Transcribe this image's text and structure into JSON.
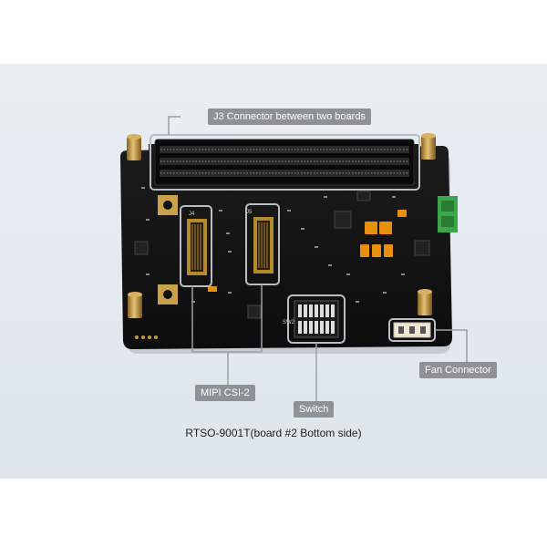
{
  "labels": {
    "j3": "J3 Connector between two boards",
    "mipi": "MIPI CSI-2",
    "switch": "Switch",
    "fan": "Fan Connector"
  },
  "caption": "RTSO-9001T(board #2 Bottom side)",
  "silkscreen": {
    "j4": "J4",
    "j5": "J5",
    "sw2": "SW2"
  },
  "colors": {
    "pcb": "#151515",
    "callout_bg": "#8e9297",
    "callout_line": "#9aa0a6",
    "terminal_green": "#3ca64a",
    "cap_orange": "#e8900e",
    "brass": "#c89a3a"
  }
}
